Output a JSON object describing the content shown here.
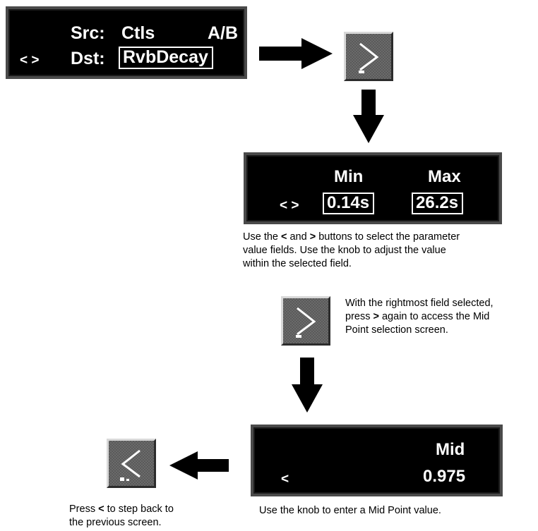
{
  "screen1": {
    "src_label": "Src:",
    "src_value": "Ctls",
    "ab": "A/B",
    "nav": "< >",
    "dst_label": "Dst:",
    "dst_value": "RvbDecay"
  },
  "screen2": {
    "min_label": "Min",
    "max_label": "Max",
    "nav": "< >",
    "min_value": "0.14s",
    "max_value": "26.2s"
  },
  "screen3": {
    "mid_label": "Mid",
    "nav": "<",
    "mid_value": "0.975"
  },
  "captions": {
    "select_fields": {
      "p1": "Use the ",
      "lt": "<",
      "p2": " and ",
      "gt": ">",
      "p3": " buttons to select the parameter",
      "line2": "value fields. Use the knob to adjust the value",
      "line3": "within the selected field."
    },
    "rightmost": {
      "line1": "With the rightmost field selected,",
      "p1": "press ",
      "gt": ">",
      "p2": " again to access the Mid",
      "line3": "Point selection screen."
    },
    "mid_point": "Use the knob to enter a Mid Point value.",
    "step_back": {
      "p1": "Press ",
      "lt": "<",
      "p2": " to step back to",
      "line2": "the previous screen."
    }
  },
  "icons": {
    "next_button_icon": "right-chevron-icon",
    "back_button_icon": "left-chevron-icon",
    "flow_arrow_icon": "block-arrow-icon"
  },
  "colors": {
    "lcd_background": "#000000",
    "lcd_text": "#ffffff",
    "button_gray": "#6b6b6b",
    "frame_gray": "#4a4a4a"
  }
}
